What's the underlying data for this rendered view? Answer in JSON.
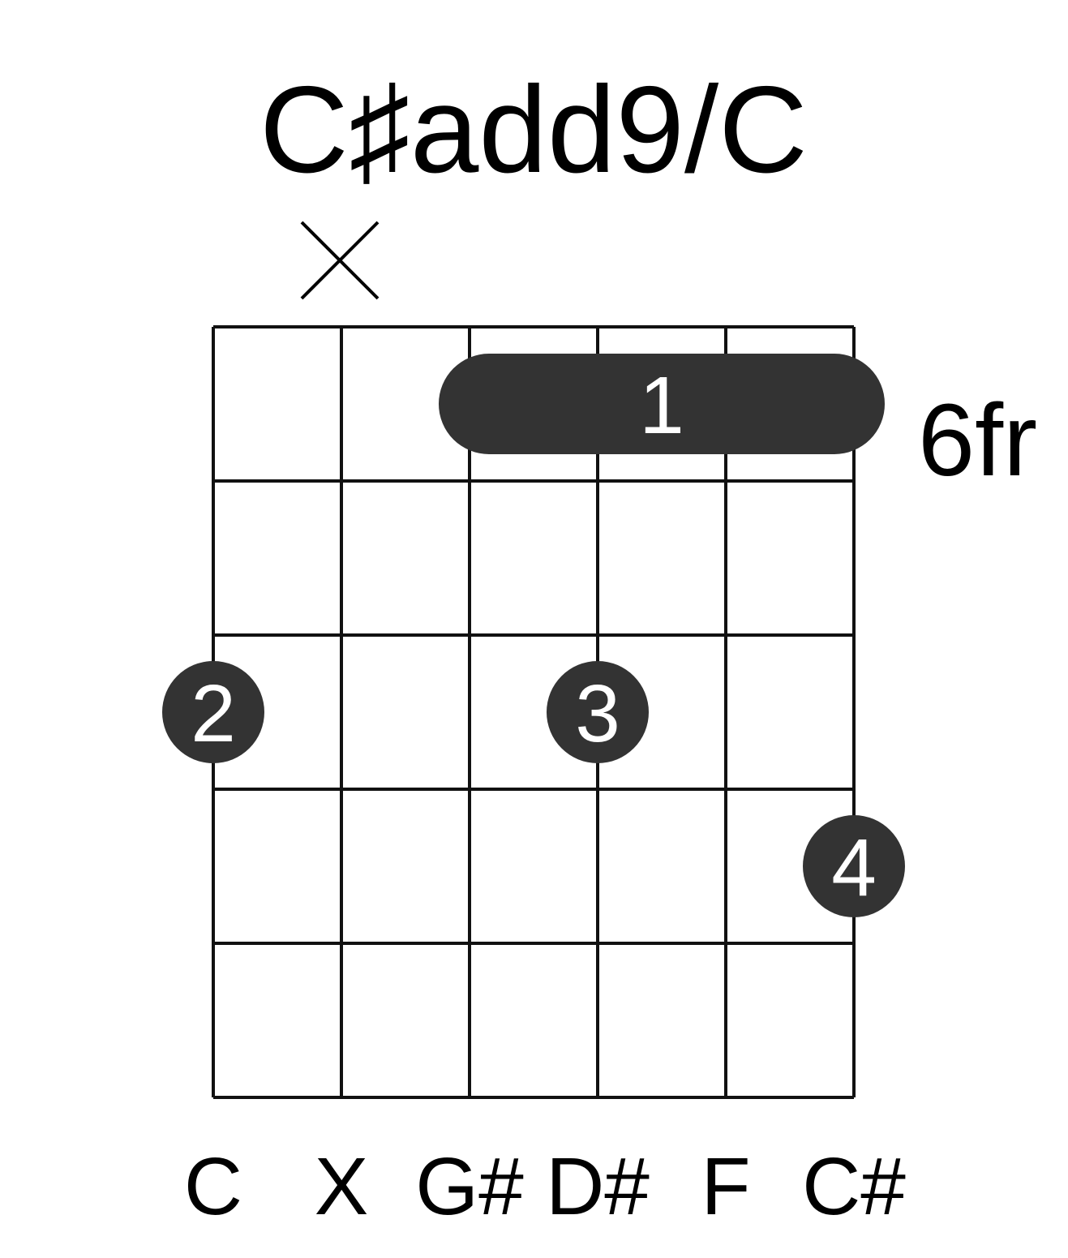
{
  "chord": {
    "name": "C♯add9/C",
    "base_fret_label": "6fr",
    "strings": 6,
    "frets_shown": 5,
    "muted_strings": [
      2
    ],
    "barre": {
      "fret": 1,
      "from_string": 3,
      "to_string": 6,
      "finger": "1"
    },
    "fingers": [
      {
        "string": 1,
        "fret": 3,
        "finger": "2"
      },
      {
        "string": 4,
        "fret": 3,
        "finger": "3"
      },
      {
        "string": 6,
        "fret": 4,
        "finger": "4"
      }
    ],
    "notes": [
      "C",
      "X",
      "G#",
      "D#",
      "F",
      "C#"
    ]
  },
  "colors": {
    "grid": "#111111",
    "marker": "#333333",
    "marker_text": "#ffffff",
    "text": "#000000",
    "background": "#ffffff"
  }
}
